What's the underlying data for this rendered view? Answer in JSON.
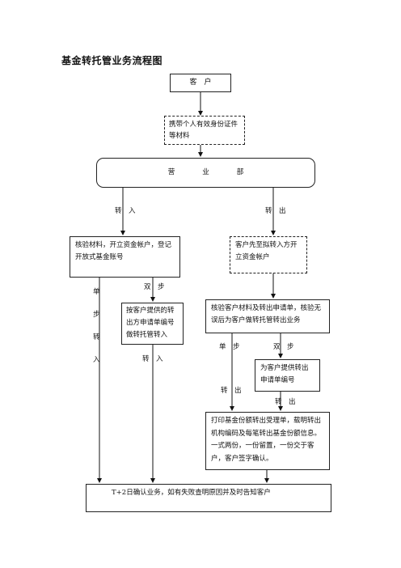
{
  "title": "基金转托管业务流程图",
  "nodes": {
    "customer": "客　户",
    "documents": "携带个人有效身份证件等材料",
    "dept": "营　　　　业　　　　部",
    "transfer_in_label": "转　入",
    "transfer_out_label": "转　出",
    "verify_open": "核验材料，开立资金帐户，登记开放式基金账号",
    "customer_first": "客户先至拟转入方开立资金帐户",
    "single_step_in": "单步转入",
    "double_step_in": "双　步",
    "double_in_box": "按客户提供的转出方申请单编号做转托管转入",
    "double_in_label": "转　入",
    "verify_out": "核验客户材料及转出申请单，核验无误后为客户做转托管转出业务",
    "single_step_out": "单　步",
    "double_step_out": "双　步",
    "provide_form": "为客户提供转出申请单编号",
    "single_out_label": "转　出",
    "double_out_label": "转　出",
    "print_confirm": "打印基金份额转出受理单，载明转出机构编码及每笔转出基金份额信息。一式两份，一份留置，一份交于客户，客户签字确认。",
    "confirm": "T+2日确认业务，如有失败查明原因并及时告知客户"
  }
}
